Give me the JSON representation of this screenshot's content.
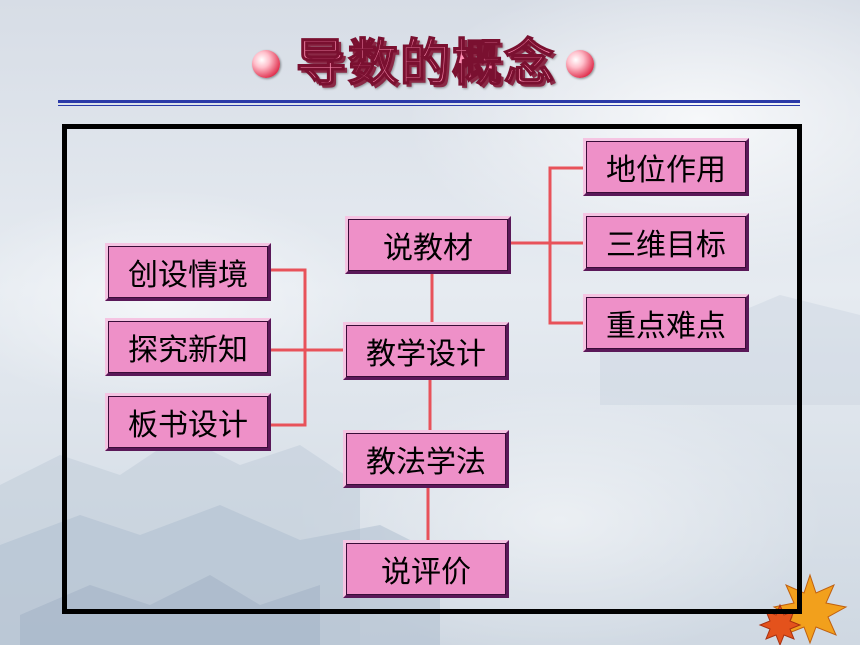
{
  "title": "导数的概念",
  "nodes": {
    "center": "教学设计",
    "top": "说教材",
    "left1": "创设情境",
    "left2": "探究新知",
    "left3": "板书设计",
    "right1": "地位作用",
    "right2": "三维目标",
    "right3": "重点难点",
    "bottom1": "教法学法",
    "bottom2": "说评价"
  },
  "colors": {
    "box_fill": "#ee90c8",
    "connector": "#e8525a",
    "title_fill": "#ff8fb4",
    "rule": "#2b3aa8"
  }
}
